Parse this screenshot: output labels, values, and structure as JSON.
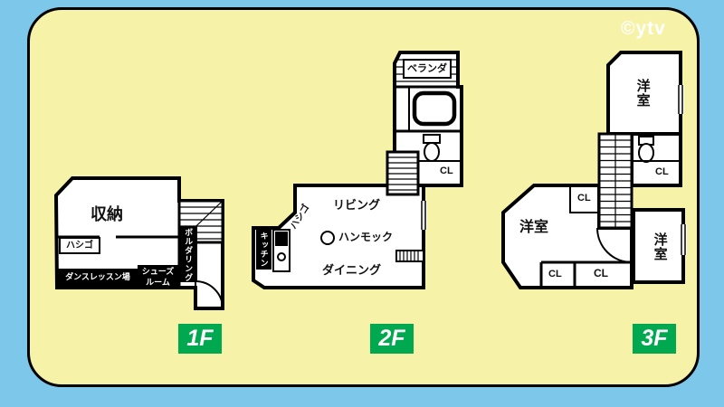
{
  "watermark": "©ytv",
  "colors": {
    "background": "#7dc8ea",
    "panel": "#f6f2a7",
    "badge": "#00a94f",
    "wall": "#000000"
  },
  "floors": {
    "f1": {
      "badge": "1F",
      "labels": {
        "storage": "収納",
        "ladder": "ハシゴ",
        "dance_lesson": "ダンスレッスン場",
        "shoes_room": "シューズルーム",
        "bouldering": "ボルダリング"
      }
    },
    "f2": {
      "badge": "2F",
      "labels": {
        "veranda": "ベランダ",
        "closet": "CL",
        "living": "リビング",
        "ladder": "ハシゴ",
        "hammock": "ハンモック",
        "kitchen": "キッチン",
        "dining": "ダイニング"
      }
    },
    "f3": {
      "badge": "3F",
      "labels": {
        "bedroom_top": "洋室",
        "closet_top": "CL",
        "closet_mid": "CL",
        "bedroom_left": "洋室",
        "closet_bottom_left": "CL",
        "closet_bottom_right": "CL",
        "bedroom_right": "洋室"
      }
    }
  }
}
